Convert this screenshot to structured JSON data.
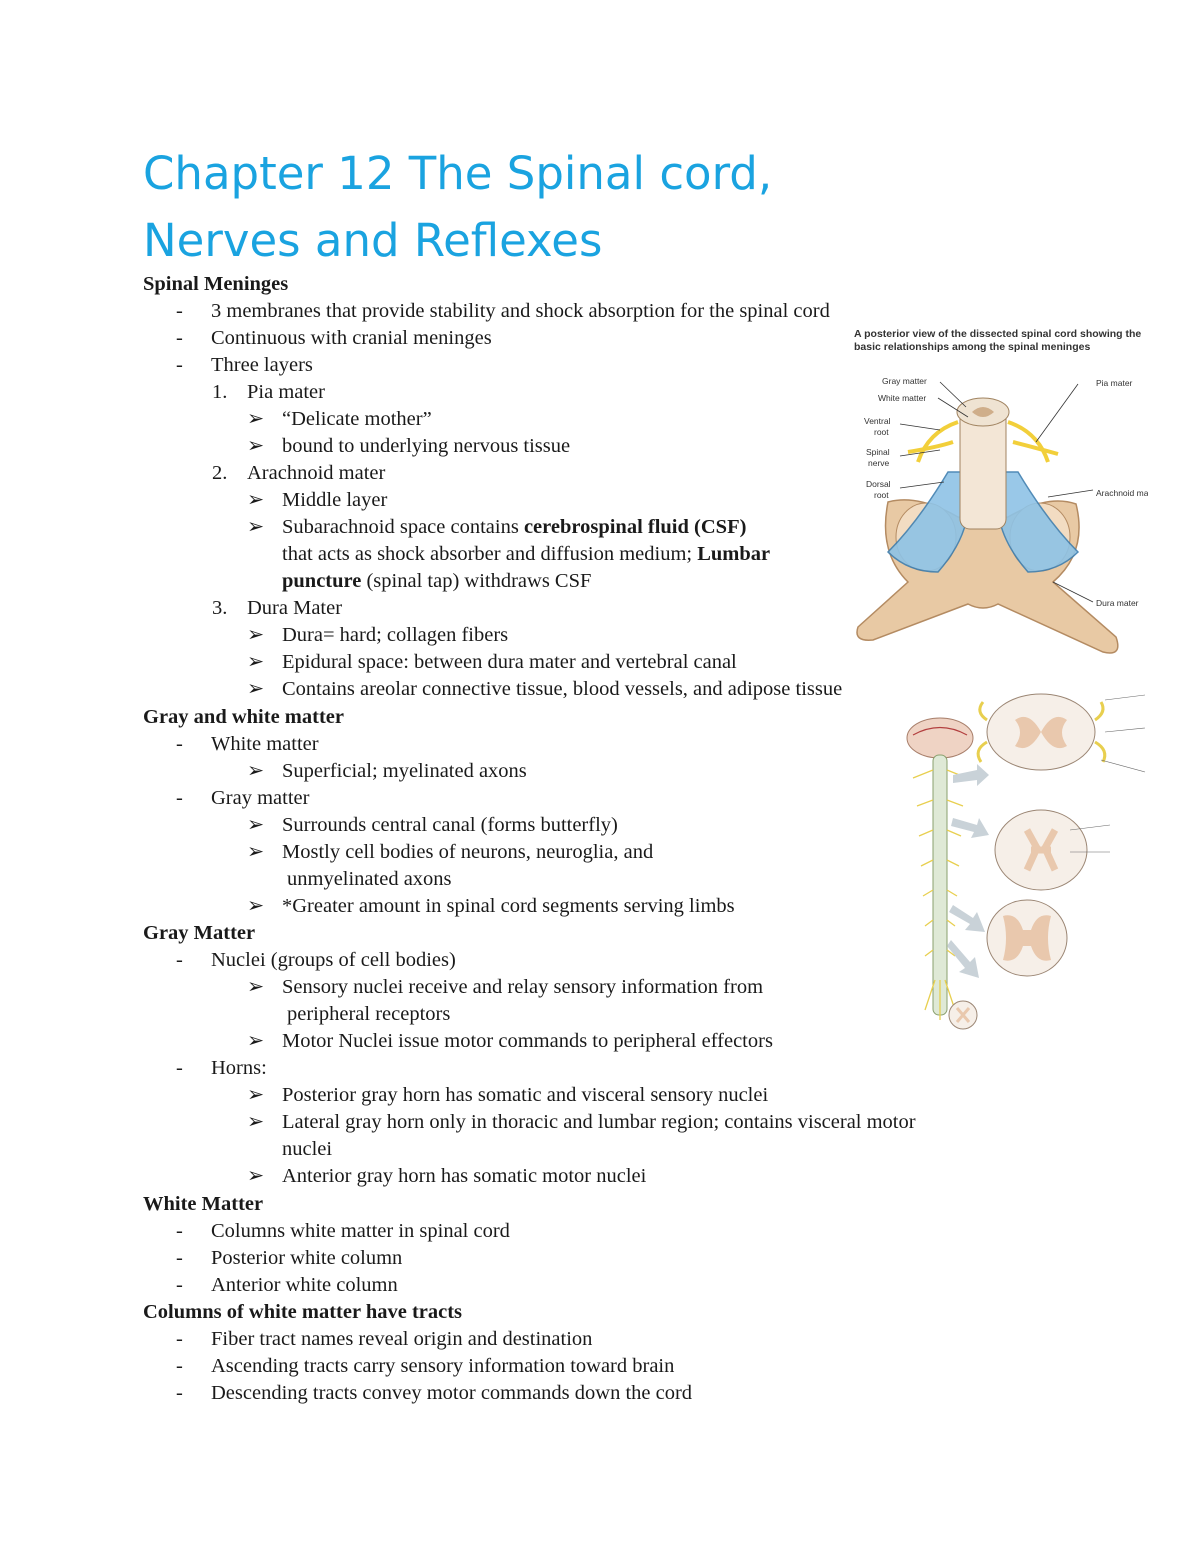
{
  "title_line1": "Chapter 12 The Spinal cord,",
  "title_line2": "Nerves and Reflexes",
  "markers": {
    "dash": "-",
    "arrow": "➢",
    "n1": "1.",
    "n2": "2.",
    "n3": "3."
  },
  "spinal_meninges": {
    "heading": "Spinal Meninges",
    "b1": "3 membranes that provide stability and shock absorption for the spinal cord",
    "b2": "Continuous with cranial meninges",
    "b3": "Three layers",
    "pia": {
      "label": "Pia mater",
      "a1": "“Delicate mother”",
      "a2": "bound to underlying nervous tissue"
    },
    "arachnoid": {
      "label": "Arachnoid mater",
      "a1": "Middle layer",
      "a2_pre": "Subarachnoid space contains ",
      "a2_bold": "cerebrospinal fluid (CSF)",
      "a2_l2_pre": "that acts as shock absorber and diffusion medium; ",
      "a2_l2_bold": "Lumbar",
      "a2_l3_bold": "puncture",
      "a2_l3_post": " (spinal tap) withdraws CSF"
    },
    "dura": {
      "label": "Dura Mater",
      "a1": "Dura= hard; collagen fibers",
      "a2": "Epidural space: between dura mater and vertebral canal",
      "a3": "Contains areolar connective tissue, blood vessels, and adipose tissue"
    }
  },
  "gray_white": {
    "heading": "Gray and white matter",
    "white": "White matter",
    "white_a1": "Superficial; myelinated axons",
    "gray": "Gray matter",
    "gray_a1": "Surrounds central canal (forms butterfly)",
    "gray_a2_l1": "Mostly cell bodies of neurons, neuroglia, and",
    "gray_a2_l2": "unmyelinated axons",
    "gray_a3": "*Greater amount in spinal cord segments serving limbs"
  },
  "gray_matter": {
    "heading": "Gray Matter",
    "nuclei": "Nuclei (groups of cell bodies)",
    "n_a1_l1": "Sensory nuclei receive and relay sensory information from",
    "n_a1_l2": "peripheral receptors",
    "n_a2": "Motor Nuclei issue motor commands to peripheral effectors",
    "horns": "Horns:",
    "h_a1": "Posterior gray horn has somatic and visceral sensory nuclei",
    "h_a2_l1": "Lateral gray horn only in thoracic and lumbar region; contains visceral motor",
    "h_a2_l2": "nuclei",
    "h_a3": "Anterior gray horn has somatic motor nuclei"
  },
  "white_matter": {
    "heading": "White Matter",
    "b1": "Columns white matter in spinal cord",
    "b2": "Posterior white column",
    "b3": "Anterior white column"
  },
  "tracts": {
    "heading": "Columns of white matter have tracts",
    "b1": "Fiber tract names reveal origin and destination",
    "b2": "Ascending tracts carry sensory information toward brain",
    "b3": "Descending tracts convey motor commands down the cord"
  },
  "figure1": {
    "caption_l1": "A posterior view of the dissected spinal cord showing the",
    "caption_l2": "basic relationships among the spinal meninges",
    "labels": {
      "gray_matter": "Gray matter",
      "white_matter": "White matter",
      "ventral_l1": "Ventral",
      "ventral_l2": "root",
      "spinal_l1": "Spinal",
      "spinal_l2": "nerve",
      "dorsal_l1": "Dorsal",
      "dorsal_l2": "root",
      "pia": "Pia mater",
      "arachnoid": "Arachnoid mater",
      "dura": "Dura mater"
    },
    "colors": {
      "meninges": "#8ec3e6",
      "bone": "#e8c9a4",
      "nerve": "#f2cf3a"
    }
  },
  "figure2": {
    "colors": {
      "gray": "#e9c8ad",
      "white": "#f6efe8",
      "nerve": "#e8cf4f",
      "arrow": "#c9d2d8"
    }
  }
}
